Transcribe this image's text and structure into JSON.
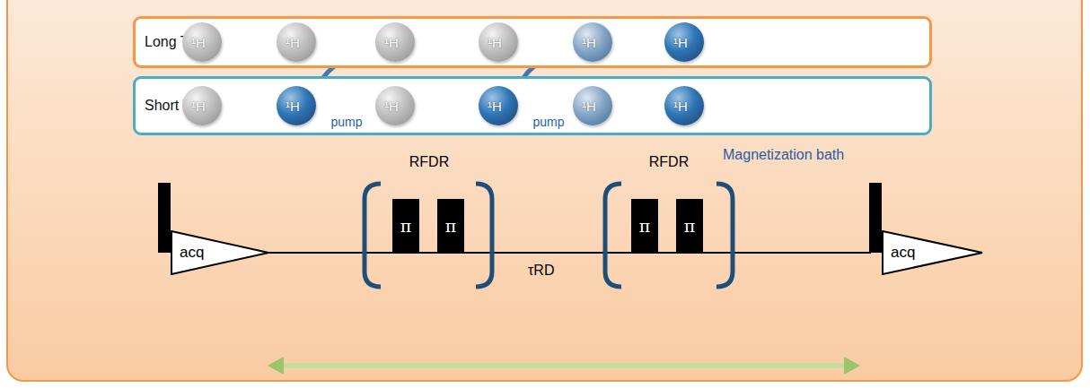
{
  "diagram": {
    "nodes": [
      {
        "text": [
          "Long T₁"
        ]
      },
      {
        "text": [
          "¹H"
        ],
        "in": 0
      },
      {
        "text": [
          "¹H"
        ],
        "in": 0
      },
      {
        "text": [
          "¹H"
        ],
        "in": 0
      },
      {
        "text": [
          "¹H"
        ],
        "in": 0
      },
      {
        "text": [
          "¹H"
        ],
        "in": 0
      },
      {
        "text": [
          "¹H"
        ],
        "in": 0
      },
      {
        "text": [
          "Short T₁"
        ]
      },
      {
        "text": [
          "¹H"
        ],
        "in": 7
      },
      {
        "text": [
          "¹H"
        ],
        "in": 7
      },
      {
        "text": [
          "¹H"
        ],
        "in": 7
      },
      {
        "text": [
          "¹H"
        ],
        "in": 7
      },
      {
        "text": [
          "¹H"
        ],
        "in": 7
      },
      {
        "text": [
          "¹H"
        ],
        "in": 7
      },
      {
        "text": [
          "acq"
        ]
      },
      {
        "text": [
          "π"
        ]
      },
      {
        "text": [
          "π"
        ]
      },
      {
        "text": [
          "π"
        ]
      },
      {
        "text": [
          "π"
        ]
      },
      {
        "text": [
          "acq"
        ]
      }
    ],
    "edges": [
      {
        "from": 9,
        "to": 3,
        "label": "pump",
        "arrow": "to"
      },
      {
        "from": 11,
        "to": 5,
        "label": "pump",
        "arrow": "to"
      }
    ],
    "labels": [
      "Magnetization bath",
      "RFDR",
      "RFDR",
      "τRD"
    ]
  }
}
